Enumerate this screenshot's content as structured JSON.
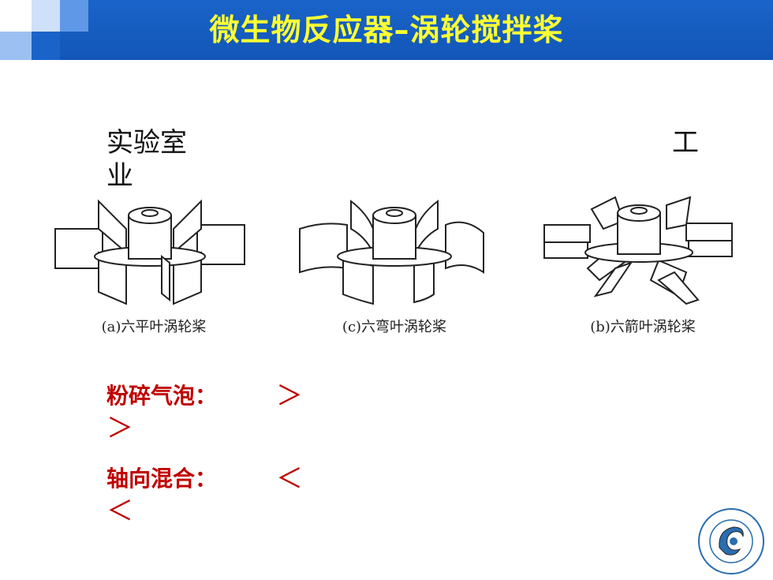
{
  "header": {
    "title": "微生物反应器–涡轮搅拌桨"
  },
  "top_labels": {
    "left_line1": "实验室",
    "left_line2": "业",
    "right": "工"
  },
  "figures": [
    {
      "caption": "(a)六平叶涡轮桨"
    },
    {
      "caption": "(c)六弯叶涡轮桨"
    },
    {
      "caption": "(b)六箭叶涡轮桨"
    }
  ],
  "bubble_break": {
    "label": "粉碎气泡：",
    "sym1": "＞",
    "sym2": "＞"
  },
  "axial_mix": {
    "label": "轴向混合：",
    "sym1": "＜",
    "sym2": "＜"
  },
  "colors": {
    "header_blue": "#1a63c8",
    "title_yellow": "#ffff33",
    "red_text": "#c00000"
  }
}
